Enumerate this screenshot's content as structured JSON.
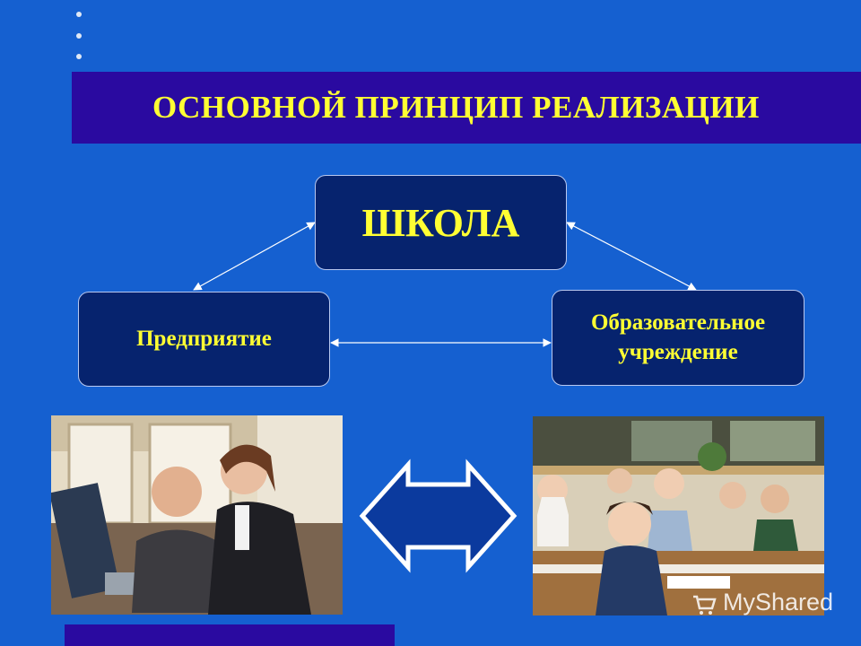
{
  "title": "ОСНОВНОЙ ПРИНЦИП РЕАЛИЗАЦИИ",
  "nodes": {
    "school": "ШКОЛА",
    "enterprise": "Предприятие",
    "education": [
      "Образовательное",
      "учреждение"
    ]
  },
  "edges": [
    {
      "from": "school",
      "to": "enterprise",
      "type": "bidirectional"
    },
    {
      "from": "school",
      "to": "education",
      "type": "bidirectional"
    },
    {
      "from": "enterprise",
      "to": "education",
      "type": "bidirectional"
    }
  ],
  "photos": {
    "left": "office-workers-photo",
    "right": "classroom-students-photo"
  },
  "watermark": "MyShared",
  "colors": {
    "background": "#1560d0",
    "band": "#2a0aa0",
    "box_fill": "#06236e",
    "accent_text": "#ffff33"
  }
}
